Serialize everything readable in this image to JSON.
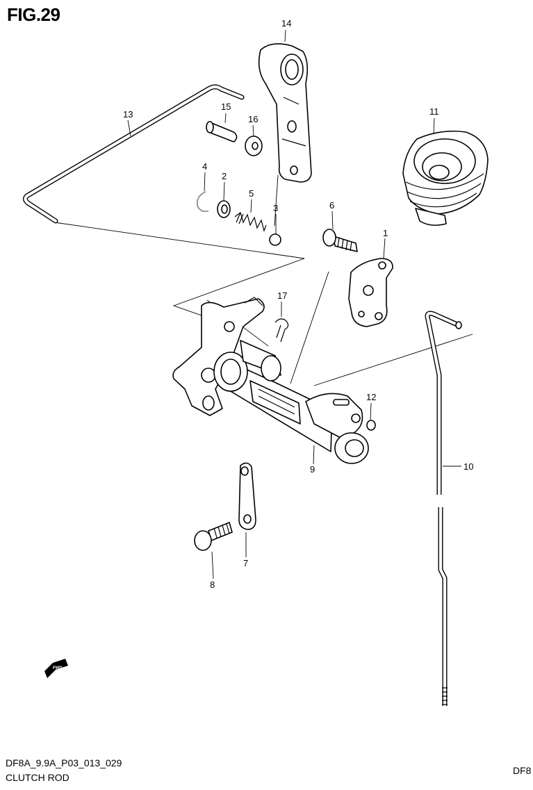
{
  "figure": {
    "title": "FIG.29",
    "code": "DF8A_9.9A_P03_013_029",
    "name": "CLUTCH ROD",
    "corner_text": "DF8"
  },
  "parts": [
    {
      "key": "p1",
      "label": "1"
    },
    {
      "key": "p2",
      "label": "2"
    },
    {
      "key": "p3",
      "label": "3"
    },
    {
      "key": "p4",
      "label": "4"
    },
    {
      "key": "p5",
      "label": "5"
    },
    {
      "key": "p6",
      "label": "6"
    },
    {
      "key": "p7",
      "label": "7"
    },
    {
      "key": "p8",
      "label": "8"
    },
    {
      "key": "p9",
      "label": "9"
    },
    {
      "key": "p10",
      "label": "10"
    },
    {
      "key": "p11",
      "label": "11"
    },
    {
      "key": "p12",
      "label": "12"
    },
    {
      "key": "p13",
      "label": "13"
    },
    {
      "key": "p14",
      "label": "14"
    },
    {
      "key": "p15",
      "label": "15"
    },
    {
      "key": "p16",
      "label": "16"
    },
    {
      "key": "p17",
      "label": "17"
    }
  ],
  "direction_badge": {
    "text": "FWD",
    "icon": "forward-arrow-icon"
  }
}
